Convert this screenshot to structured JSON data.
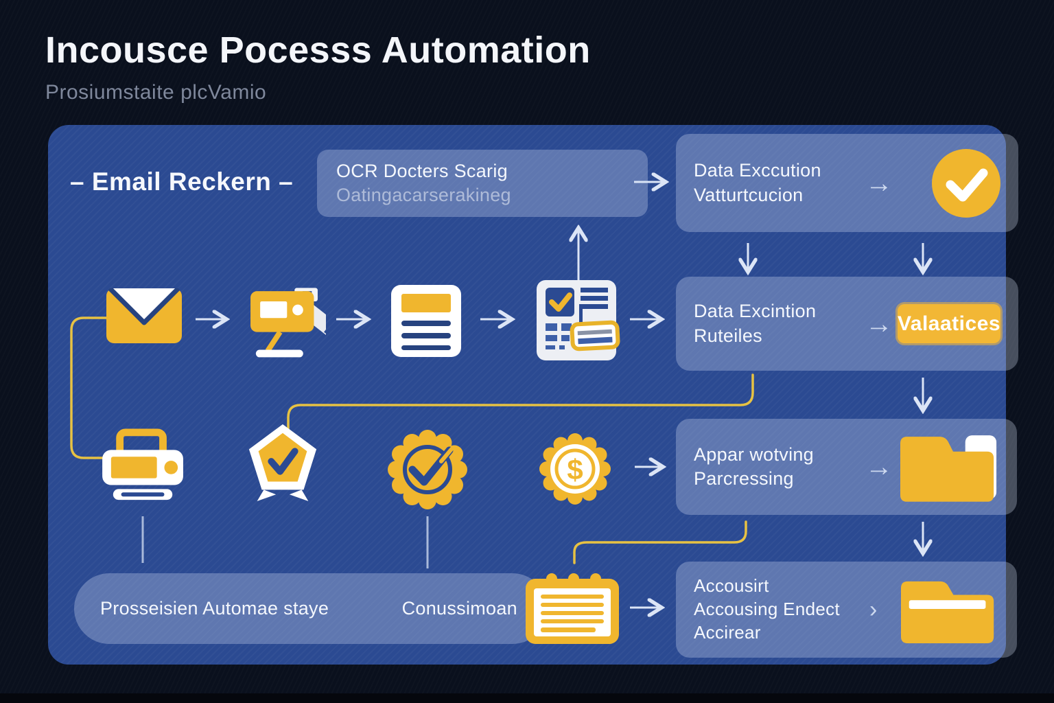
{
  "header": {
    "title": "Incousce Pocesss Automation",
    "subtitle": "Prosiumstaite plcVamio"
  },
  "flow": {
    "section_label": "– Email Reckern –",
    "ocr_box": {
      "line1": "OCR Docters Scarig",
      "line2": "Oatingacarserakineg"
    },
    "validation_box": {
      "line1": "Data Exccution",
      "line2": "Vatturtcucion"
    },
    "extraction_box": {
      "line1": "Data Excintion",
      "line2": "Ruteiles",
      "badge": "Valaatices"
    },
    "approval_box": {
      "line1": "Appar wotving",
      "line2": "Parcressing"
    },
    "accounting_box": {
      "line1": "Accousirt",
      "line2": "Accousing Endect",
      "line3": "Accirear"
    },
    "pill": {
      "left": "Prosseisien Automae staye",
      "right": "Conussimoan"
    },
    "glyphs": {
      "arrow_right": "→",
      "chevron_right": "›",
      "dollar": "$"
    },
    "icons": [
      "envelope-icon",
      "scanner-icon",
      "document-icon",
      "invoice-checklist-icon",
      "printer-icon",
      "pentagon-check-icon",
      "badge-check-icon",
      "dollar-coin-icon",
      "notepad-icon",
      "check-circle-icon",
      "folder-icon",
      "folder-stripe-icon"
    ]
  },
  "colors": {
    "background": "#0A101D",
    "panel_blue": "#2B4A92",
    "box_fill": "rgba(216,226,244,0.30)",
    "accent_yellow": "#F0B62E",
    "connector_yellow": "#E7C243",
    "arrow_light": "#DCE5F6",
    "text": "#F5F8FD",
    "muted_text": "#7F889C"
  }
}
